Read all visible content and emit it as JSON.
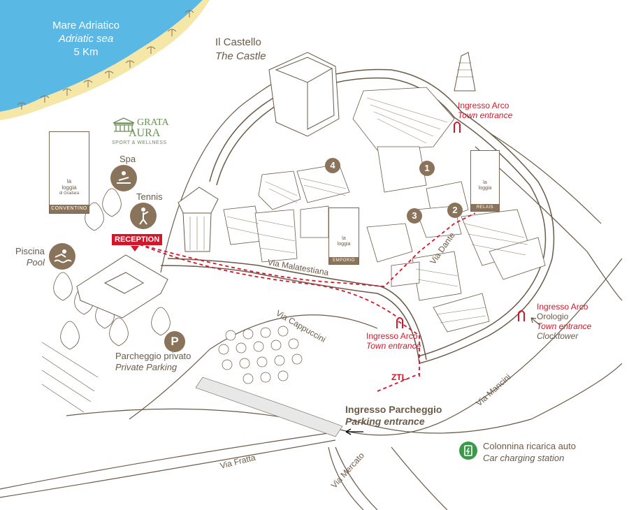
{
  "colors": {
    "brown": "#8a735b",
    "text": "#6b5a47",
    "red": "#d3162a",
    "sea": "#5ab8e4",
    "sand": "#f4e7a8",
    "green": "#3b9a4a",
    "grata": "#6b8f55"
  },
  "sea": {
    "line1": "Mare Adriatico",
    "line2": "Adriatic sea",
    "line3": "5 Km"
  },
  "castle": {
    "it": "Il Castello",
    "en": "The Castle"
  },
  "grata": {
    "top": "GRATA",
    "bottom": "AURA",
    "sub": "SPORT & WELLNESS"
  },
  "poi": {
    "spa": "Spa",
    "tennis": "Tennis",
    "pool_it": "Piscina",
    "pool_en": "Pool",
    "reception": "RECEPTION"
  },
  "parking": {
    "icon": "P",
    "it": "Parcheggio privato",
    "en": "Private Parking"
  },
  "parking_entrance": {
    "it": "Ingresso Parcheggio",
    "en": "Parking entrance"
  },
  "towers": {
    "conventino": "CONVENTINO",
    "relais": "RELAIS",
    "emporio": "EMPORIO",
    "brand_1": "la",
    "brand_2": "loggia",
    "brand_3": "di Gradara"
  },
  "gates": {
    "arco_top": {
      "it": "Ingresso Arco",
      "en": "Town entrance"
    },
    "arco_bottom": {
      "it": "Ingresso Arco",
      "en": "Town entrance"
    },
    "orologio": {
      "it1": "Ingresso Arco",
      "it2": "Orologio",
      "en1": "Town entrance",
      "en2": "Clocktower"
    }
  },
  "streets": {
    "malatestiana": "Via Malatestiana",
    "dante": "Via Dante",
    "cappuccini": "Via Cappuccini",
    "mancini": "Via Mancini",
    "fratta": "Via Fratta",
    "mercato": "Via Mercato"
  },
  "ztl": "ZTL",
  "numbers": [
    "1",
    "2",
    "3",
    "4"
  ],
  "charging": {
    "it": "Colonnina ricarica auto",
    "en": "Car charging station"
  }
}
